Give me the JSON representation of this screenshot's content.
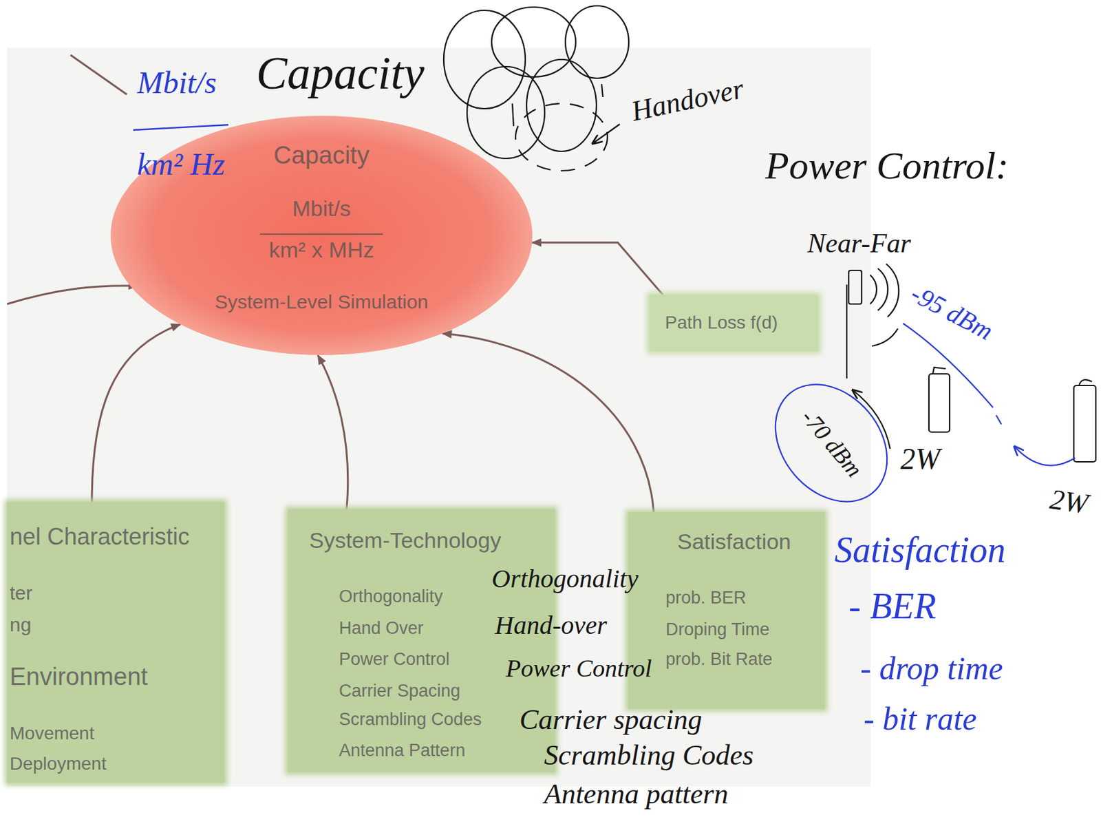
{
  "diagram": {
    "nodes": [
      {
        "text": [
          "Capacity",
          "Mbit/s",
          "km² x MHz",
          "System-Level Simulation"
        ]
      },
      {
        "text": [
          "Path Loss f(d)"
        ]
      },
      {
        "text": [
          "nel Characteristic",
          "ter",
          "ng",
          "Environment",
          "Movement",
          "Deployment"
        ]
      },
      {
        "text": [
          "System-Technology",
          "Orthogonality",
          "Hand Over",
          "Power Control",
          "Carrier Spacing",
          "Scrambling Codes",
          "Antenna Pattern"
        ]
      },
      {
        "text": [
          "Satisfaction",
          "prob. BER",
          "Droping Time",
          "prob. Bit Rate"
        ]
      }
    ],
    "edges": [
      {
        "from": 2,
        "to": 0,
        "arrow": "to"
      },
      {
        "from": 3,
        "to": 0,
        "arrow": "to"
      },
      {
        "from": 4,
        "to": 0,
        "arrow": "to"
      },
      {
        "from": 1,
        "to": 0,
        "arrow": "to"
      }
    ],
    "labels": [
      "Mbit/s",
      "km² Hz",
      "Capacity",
      "Handover",
      "Power Control:",
      "Near-Far",
      "-95 dBm",
      "-70 dBm",
      "2W",
      "2W",
      "Satisfaction",
      "- BER",
      "- drop time",
      "- bit rate",
      "Orthogonality",
      "Hand-over",
      "Power Control",
      "Carrier spacing",
      "Scrambling Codes",
      "Antenna pattern"
    ]
  }
}
